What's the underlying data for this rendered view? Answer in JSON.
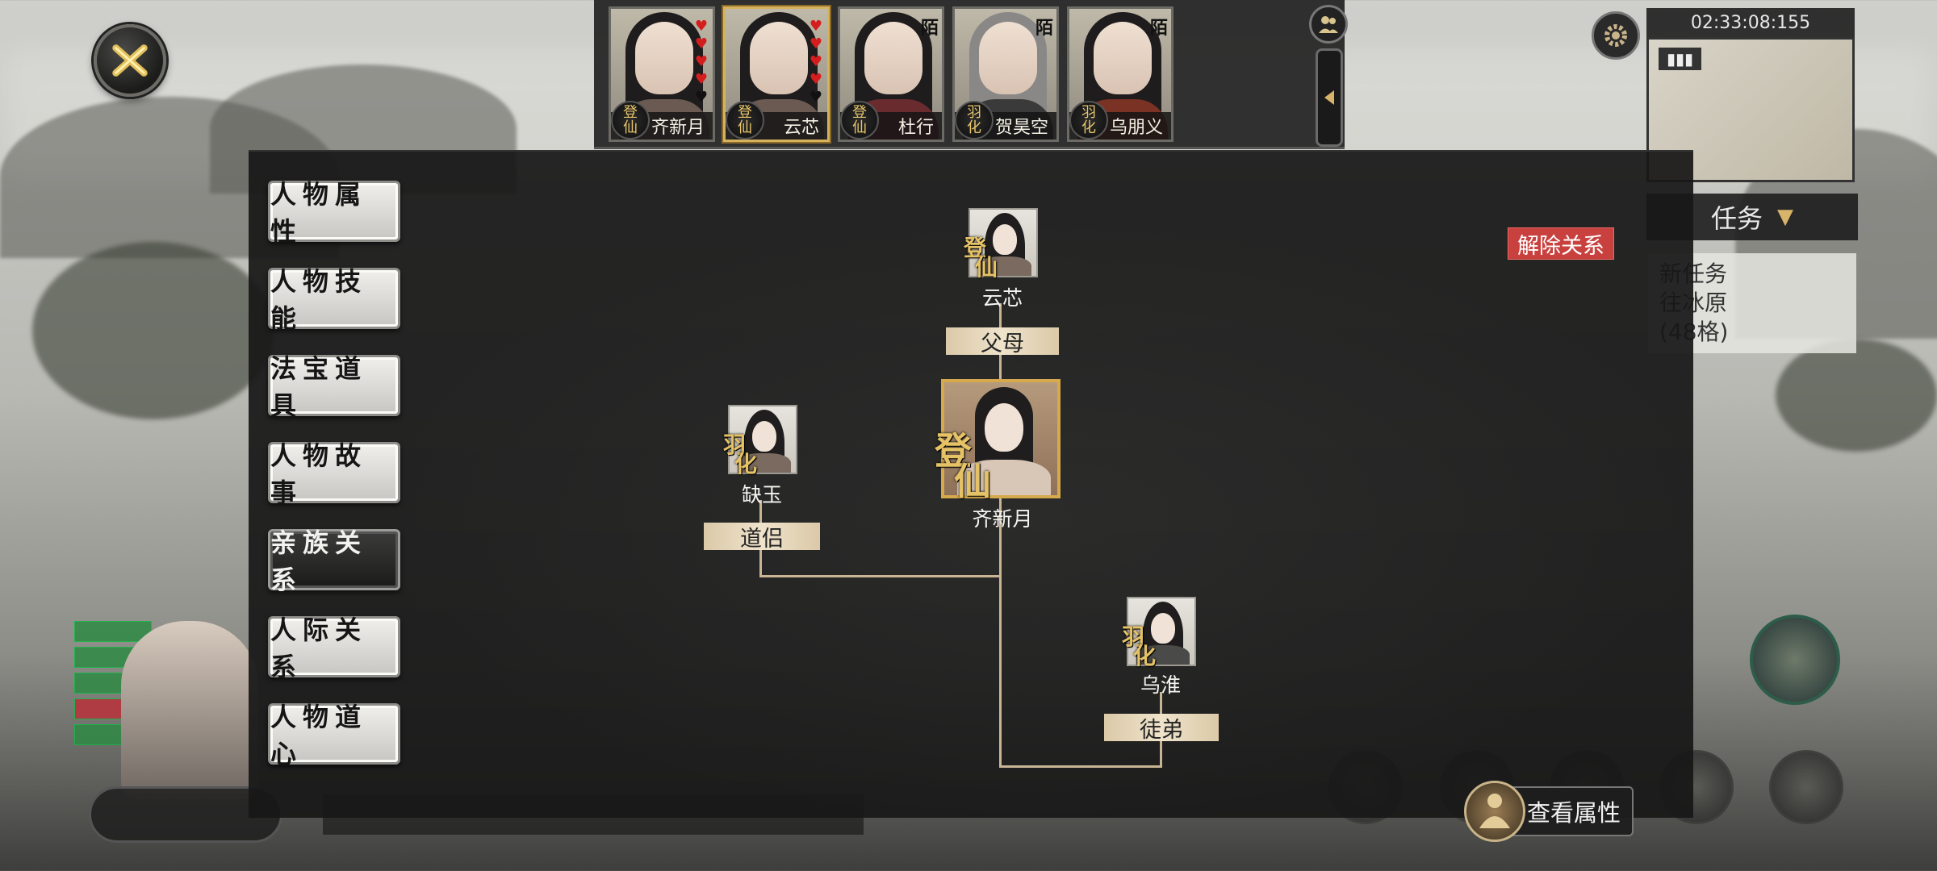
{
  "top_bar": {
    "characters": [
      {
        "name": "齐新月",
        "rank_top": "登",
        "rank_bottom": "仙",
        "hearts": [
          true,
          true,
          true,
          true,
          false
        ],
        "tag": ""
      },
      {
        "name": "云芯",
        "rank_top": "登",
        "rank_bottom": "仙",
        "hearts": [
          true,
          true,
          true,
          true,
          false
        ],
        "tag": ""
      },
      {
        "name": "杜行",
        "rank_top": "登",
        "rank_bottom": "仙",
        "hearts": [],
        "tag": "陌"
      },
      {
        "name": "贺昊空",
        "rank_top": "羽",
        "rank_bottom": "化",
        "hearts": [],
        "tag": "陌"
      },
      {
        "name": "乌朋义",
        "rank_top": "羽",
        "rank_bottom": "化",
        "hearts": [],
        "tag": "陌"
      }
    ]
  },
  "hud": {
    "clock_text": "02:33:08:155",
    "mission_tab": "任务",
    "mission_lines": [
      "新任务",
      "往冰原",
      "(48格)"
    ]
  },
  "menu": {
    "items": [
      "人物属性",
      "人物技能",
      "法宝道具",
      "人物故事",
      "亲族关系",
      "人际关系",
      "人物道心"
    ],
    "active_index": 4
  },
  "dissolve_button": "解除关系",
  "relations": {
    "center": {
      "name": "齐新月",
      "rank_top": "登",
      "rank_bottom": "仙"
    },
    "parent": {
      "name": "云芯",
      "rank_top": "登",
      "rank_bottom": "仙",
      "relation": "父母"
    },
    "partner": {
      "name": "缺玉",
      "rank_top": "羽",
      "rank_bottom": "化",
      "relation": "道侣"
    },
    "disciple": {
      "name": "乌淮",
      "rank_top": "羽",
      "rank_bottom": "化",
      "relation": "徒弟"
    }
  },
  "view_attributes_button": "查看属性",
  "colors": {
    "accent_gold": "#d5a94c",
    "dissolve_red": "#c8413e",
    "line_tan": "#c9b594"
  }
}
